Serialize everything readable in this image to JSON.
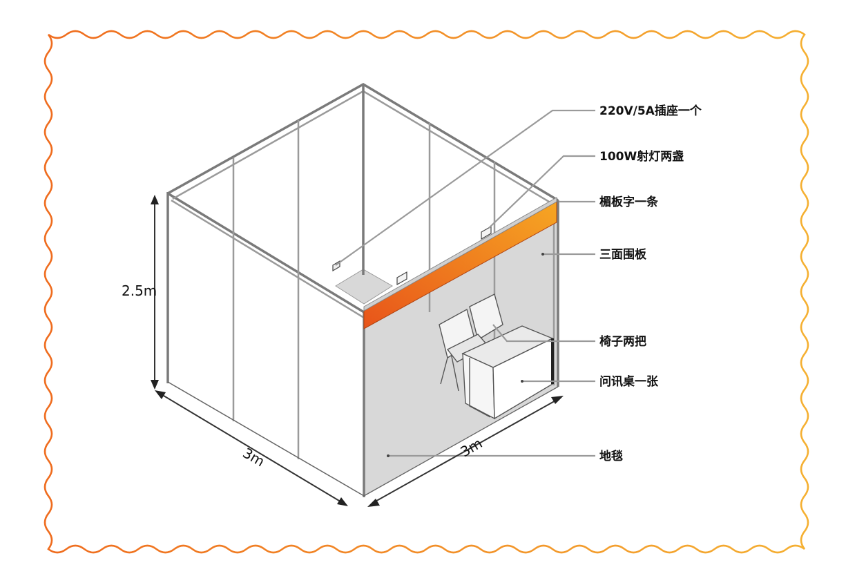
{
  "labels": {
    "socket": "220V/5A插座一个",
    "spotlights": "100W射灯两盏",
    "fascia": "楣板字一条",
    "panels": "三面围板",
    "chairs": "椅子两把",
    "desk": "问讯桌一张",
    "carpet": "地毯"
  },
  "dimensions": {
    "height": "2.5m",
    "width_left": "3m",
    "width_right": "3m"
  },
  "colors": {
    "border": "#f0902a",
    "fascia_start": "#e8541a",
    "fascia_end": "#f6a623",
    "carpet": "#d8d8d8",
    "panel": "#ffffff",
    "frame": "#7a7a7a"
  },
  "icons": {
    "arrow": "arrow-icon",
    "socket": "socket-icon",
    "spotlight": "spotlight-icon"
  }
}
